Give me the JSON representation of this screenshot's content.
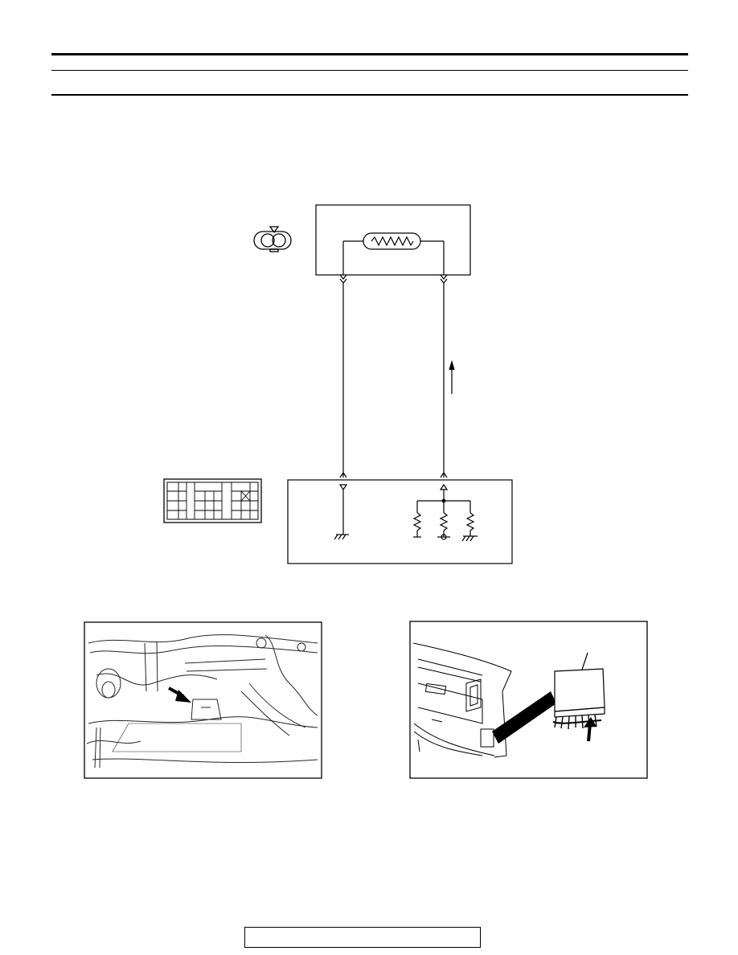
{
  "page": {
    "header_rules": [
      "rule-top-thick",
      "rule-middle-thin",
      "rule-bottom-thick"
    ],
    "footer_box_text": ""
  },
  "diagram": {
    "sensor_symbol": "heating-resistor-icon",
    "sensor_connector_icon": "two-pin-connector-icon",
    "ecu_connector_icon": "multi-pin-connector-icon",
    "current_direction_icon": "arrow-up-icon",
    "ground_icon": "ground-icon",
    "pullup_resistor_icons": [
      "resistor-icon",
      "resistor-icon",
      "resistor-icon"
    ]
  },
  "photos": {
    "engine_bay": {
      "icon": "engine-bay-illustration",
      "pointer": "arrow-pointer-icon"
    },
    "dash_ecu": {
      "icon": "ecu-under-dash-illustration",
      "pointer": "arrow-up-icon"
    }
  }
}
